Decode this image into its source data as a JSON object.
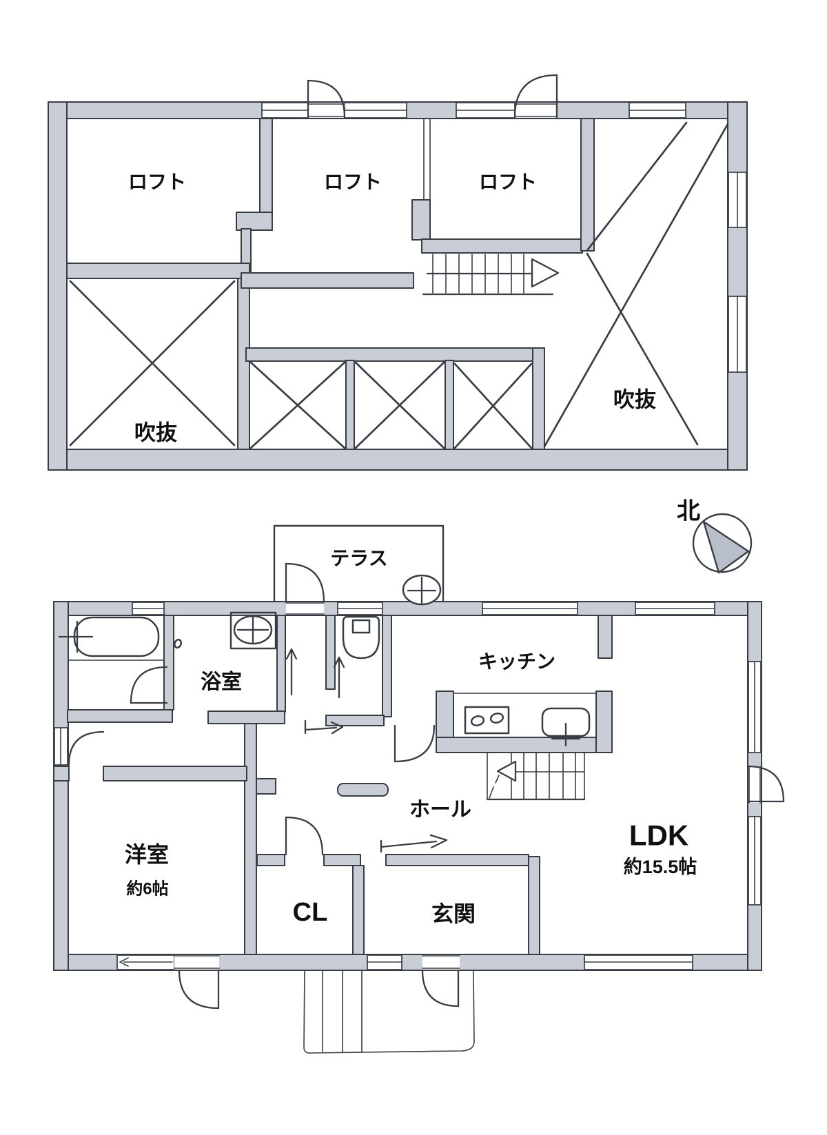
{
  "palette": {
    "background": "#ffffff",
    "wall_fill": "#c8cdd6",
    "line_color": "#383d44",
    "compass_fill": "#b9bfc9",
    "text_color": "#0f1013"
  },
  "loft_plan": {
    "room_labels": [
      "ロフト",
      "ロフト",
      "ロフト"
    ],
    "void_labels": [
      "吹抜",
      "吹抜"
    ]
  },
  "first_floor_plan": {
    "terrace": "テラス",
    "bathroom": "浴室",
    "kitchen": "キッチン",
    "hall": "ホール",
    "western_room": "洋室",
    "western_room_size": "約6帖",
    "closet": "CL",
    "entrance": "玄関",
    "ldk": "LDK",
    "ldk_size": "約15.5帖",
    "compass_north": "北"
  }
}
